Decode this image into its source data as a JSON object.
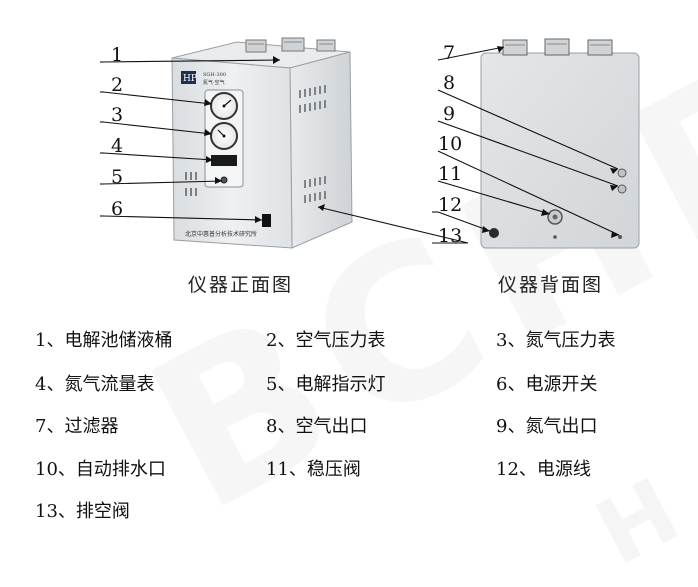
{
  "callouts_front": [
    "1",
    "2",
    "3",
    "4",
    "5",
    "6"
  ],
  "callouts_back": [
    "7",
    "8",
    "9",
    "10",
    "11",
    "12",
    "13"
  ],
  "device": {
    "brand_mark": "HP",
    "panel_text_line1": "SGH-300",
    "panel_text_line2": "氮气·空气",
    "base_label": "北京中惠普分析技术研究所"
  },
  "captions": {
    "front": "仪器正面图",
    "back": "仪器背面图"
  },
  "watermark": "BCHP",
  "legend": [
    "1、电解池储液桶",
    "2、空气压力表",
    "3、氮气压力表",
    "4、氮气流量表",
    "5、电解指示灯",
    "6、电源开关",
    "7、过滤器",
    "8、空气出口",
    "9、氮气出口",
    "10、自动排水口",
    "11、稳压阀",
    "12、电源线",
    "13、排空阀"
  ]
}
